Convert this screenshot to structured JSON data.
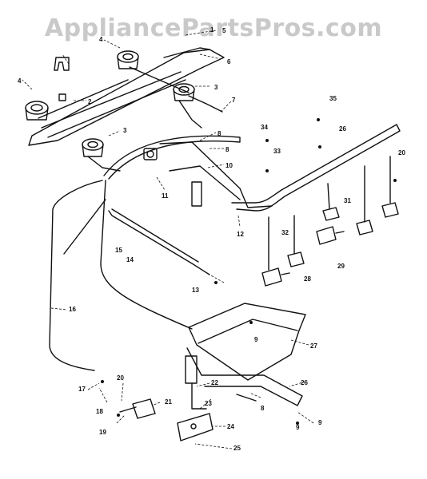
{
  "watermark": "AppliancePartsPros.com",
  "part_labels": [
    {
      "id": "l1a",
      "text": "1"
    },
    {
      "id": "l5",
      "text": "5"
    },
    {
      "id": "l6",
      "text": "6"
    },
    {
      "id": "l4a",
      "text": "4"
    },
    {
      "id": "l4b",
      "text": "4"
    },
    {
      "id": "l2",
      "text": "2"
    },
    {
      "id": "l3a",
      "text": "3"
    },
    {
      "id": "l7",
      "text": "7"
    },
    {
      "id": "l3b",
      "text": "3"
    },
    {
      "id": "l8a",
      "text": "8"
    },
    {
      "id": "l8b",
      "text": "8"
    },
    {
      "id": "l10",
      "text": "10"
    },
    {
      "id": "l11",
      "text": "11"
    },
    {
      "id": "l12",
      "text": "12"
    },
    {
      "id": "l13",
      "text": "13"
    },
    {
      "id": "l14",
      "text": "14"
    },
    {
      "id": "l15",
      "text": "15"
    },
    {
      "id": "l16",
      "text": "16"
    },
    {
      "id": "l17",
      "text": "17"
    },
    {
      "id": "l18",
      "text": "18"
    },
    {
      "id": "l19",
      "text": "19"
    },
    {
      "id": "l20a",
      "text": "20"
    },
    {
      "id": "l21",
      "text": "21"
    },
    {
      "id": "l22",
      "text": "22"
    },
    {
      "id": "l23",
      "text": "23"
    },
    {
      "id": "l24",
      "text": "24"
    },
    {
      "id": "l25",
      "text": "25"
    },
    {
      "id": "l26a",
      "text": "26"
    },
    {
      "id": "l26b",
      "text": "26"
    },
    {
      "id": "l27",
      "text": "27"
    },
    {
      "id": "l28",
      "text": "28"
    },
    {
      "id": "l29",
      "text": "29"
    },
    {
      "id": "l20b",
      "text": "20"
    },
    {
      "id": "l31",
      "text": "31"
    },
    {
      "id": "l32",
      "text": "32"
    },
    {
      "id": "l33",
      "text": "33"
    },
    {
      "id": "l34",
      "text": "34"
    },
    {
      "id": "l35",
      "text": "35"
    },
    {
      "id": "l9a",
      "text": "9"
    },
    {
      "id": "l9b",
      "text": "9"
    },
    {
      "id": "l8c",
      "text": "8"
    },
    {
      "id": "l9c",
      "text": "9"
    }
  ]
}
